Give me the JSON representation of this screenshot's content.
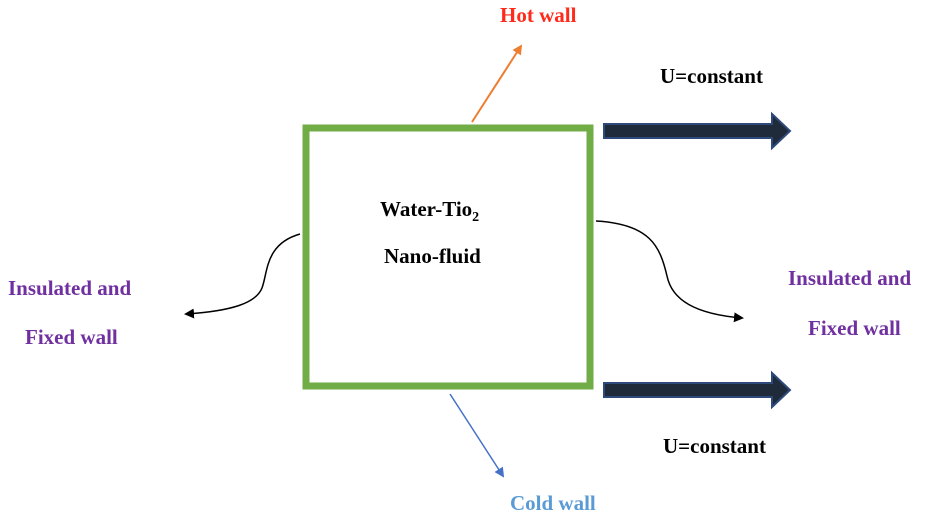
{
  "labels": {
    "hot_wall": "Hot wall",
    "cold_wall": "Cold wall",
    "velocity_top": "U=constant",
    "velocity_bottom": "U=constant",
    "fluid_line1": "Water-Tio",
    "fluid_subscript": "2",
    "fluid_line2": "Nano-fluid",
    "left_wall_line1": "Insulated and",
    "left_wall_line2": "Fixed wall",
    "right_wall_line1": "Insulated and",
    "right_wall_line2": "Fixed wall"
  },
  "colors": {
    "cavity_border": "#70ad47",
    "hot": "#ff2a1a",
    "hot_arrow": "#ed7d31",
    "cold": "#5b9bd5",
    "cold_arrow": "#4472c4",
    "insulated": "#7030a0",
    "velocity_arrow_fill": "#1f2a3a",
    "velocity_arrow_stroke": "#2e4a7a"
  }
}
